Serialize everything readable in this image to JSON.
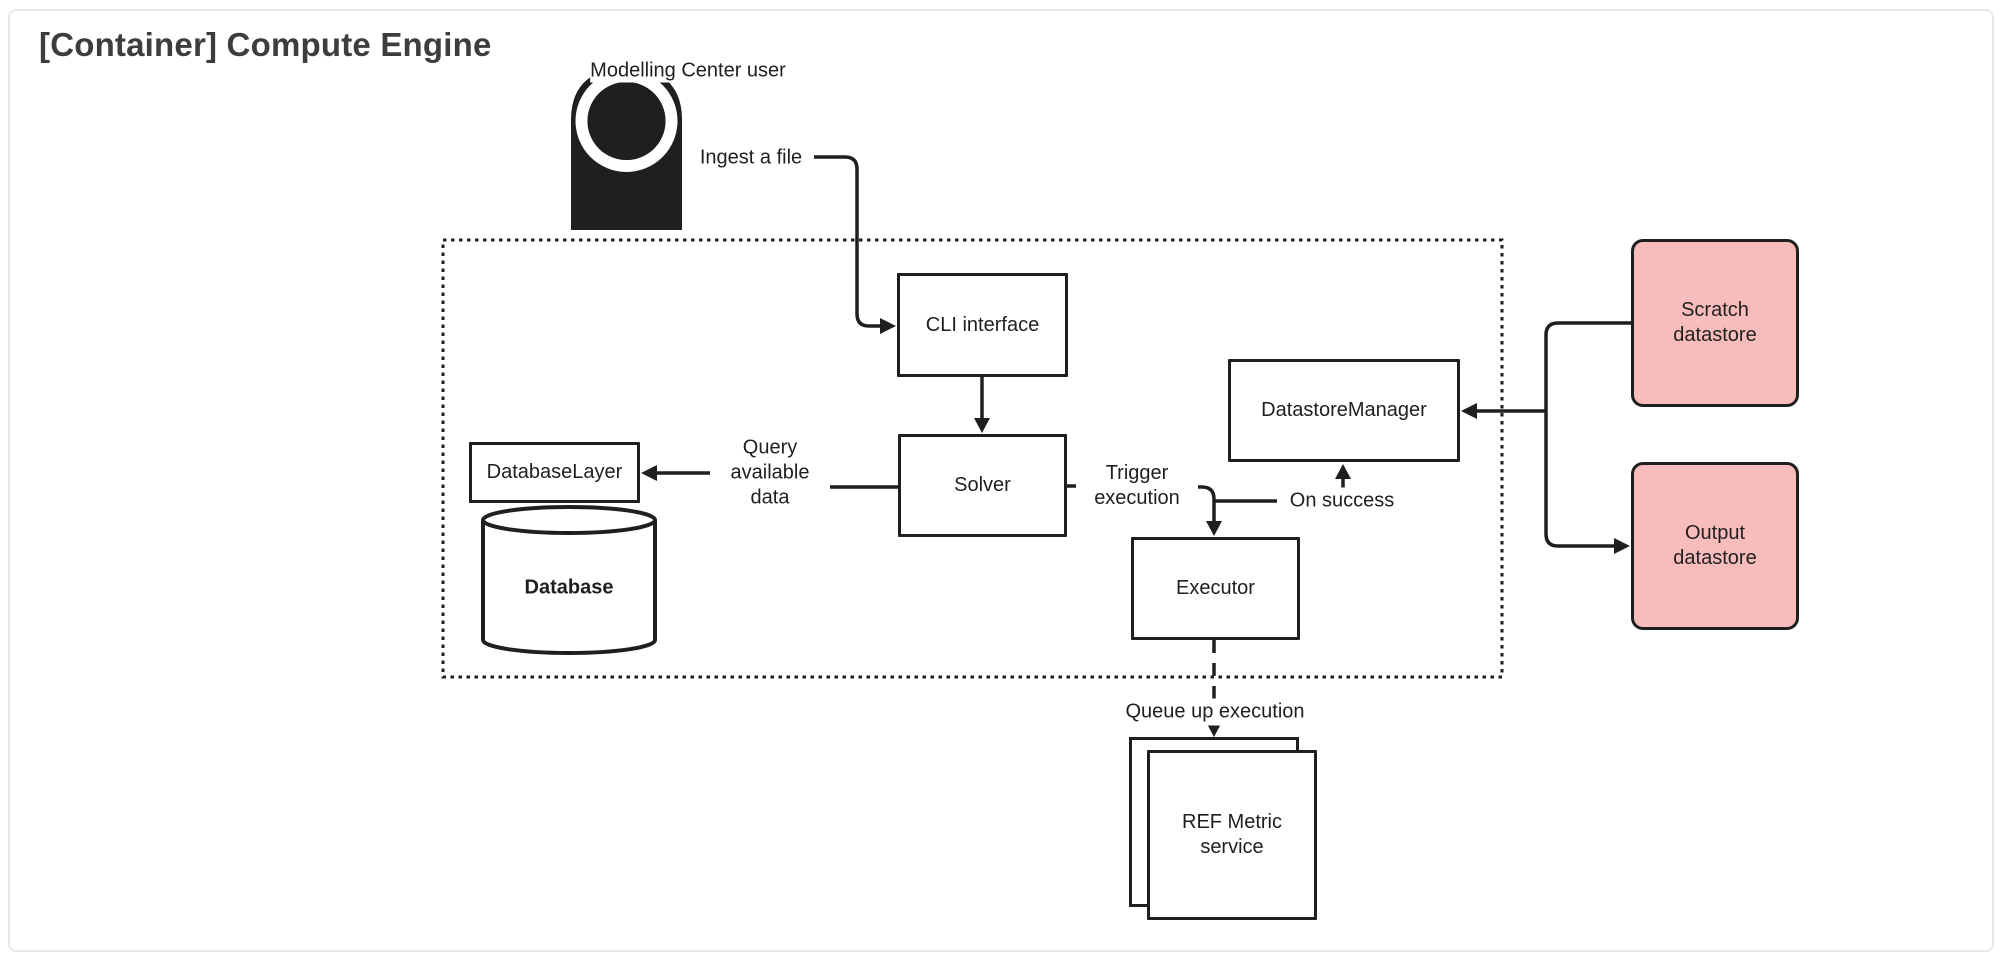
{
  "title": "[Container] Compute Engine",
  "diagram": {
    "actor": {
      "label": "Modelling Center user"
    },
    "nodes": {
      "cli": {
        "label": "CLI interface"
      },
      "solver": {
        "label": "Solver"
      },
      "database_layer": {
        "label": "DatabaseLayer"
      },
      "database": {
        "label": "Database"
      },
      "datastore_manager": {
        "label": "DatastoreManager"
      },
      "executor": {
        "label": "Executor"
      },
      "scratch_datastore": {
        "label": "Scratch datastore"
      },
      "output_datastore": {
        "label": "Output datastore"
      },
      "ref_metric_service": {
        "label": "REF Metric service"
      }
    },
    "edges": {
      "ingest": {
        "label": "Ingest a file"
      },
      "query": {
        "label": "Query available data"
      },
      "trigger": {
        "label": "Trigger execution"
      },
      "on_success": {
        "label": "On success"
      },
      "queue": {
        "label": "Queue up execution"
      }
    }
  },
  "colors": {
    "line": "#1f1f1f",
    "datastore_fill": "#f9bcbc",
    "card_border": "#e8e8e8",
    "title_color": "#3d3d3d"
  }
}
